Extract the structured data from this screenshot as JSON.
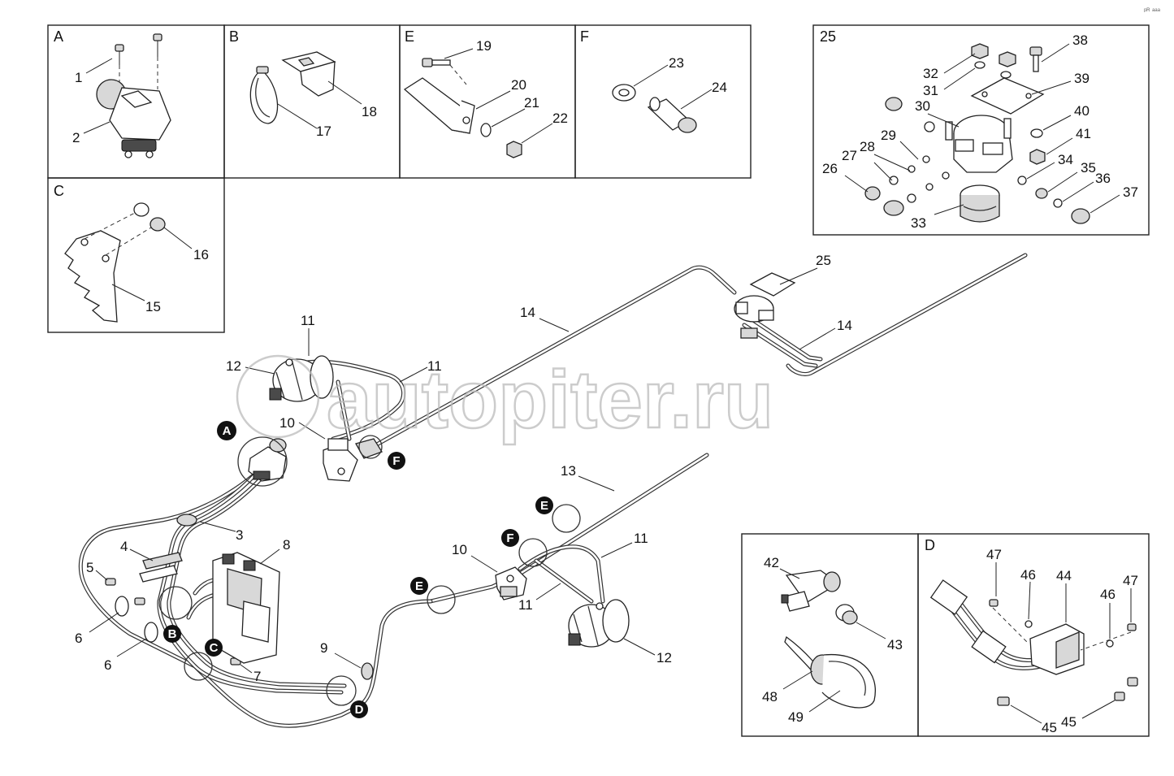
{
  "watermark": "autopiter.ru",
  "corner_mark": "ᵖᴿ ᵃᵃᵃ",
  "panels": {
    "A": {
      "letter": "A",
      "parts": [
        "1",
        "2"
      ]
    },
    "B": {
      "letter": "B",
      "parts": [
        "17",
        "18"
      ]
    },
    "E": {
      "letter": "E",
      "parts": [
        "19",
        "20",
        "21",
        "22"
      ]
    },
    "F": {
      "letter": "F",
      "parts": [
        "23",
        "24"
      ]
    },
    "C": {
      "letter": "C",
      "parts": [
        "15",
        "16"
      ]
    },
    "p25": {
      "letter": "25",
      "parts": [
        "26",
        "27",
        "28",
        "29",
        "30",
        "31",
        "32",
        "33",
        "34",
        "35",
        "36",
        "37",
        "38",
        "39",
        "40",
        "41"
      ]
    },
    "bottom": {
      "parts": [
        "42",
        "43",
        "48",
        "49"
      ]
    },
    "D": {
      "letter": "D",
      "parts": [
        "44",
        "45",
        "45",
        "46",
        "46",
        "47",
        "47"
      ]
    }
  },
  "main_labels": [
    "14",
    "14",
    "25",
    "11",
    "11",
    "12",
    "10",
    "3",
    "4",
    "5",
    "6",
    "6",
    "7",
    "8",
    "9",
    "13",
    "10",
    "11",
    "11",
    "12"
  ],
  "callouts": {
    "A": "A",
    "B": "B",
    "C": "C",
    "D": "D",
    "E1": "E",
    "E2": "E",
    "F1": "F",
    "F2": "F"
  }
}
